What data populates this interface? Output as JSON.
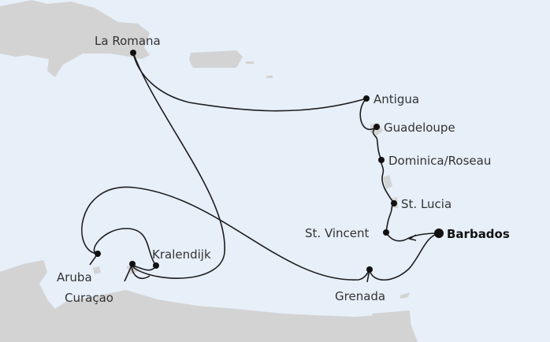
{
  "map": {
    "title": "Caribbean cruise route",
    "ports": {
      "la_romana": "La Romana",
      "antigua": "Antigua",
      "guadeloupe": "Guadeloupe",
      "dominica": "Dominica/Roseau",
      "st_lucia": "St. Lucia",
      "st_vincent": "St. Vincent",
      "barbados": "Barbados",
      "grenada": "Grenada",
      "kralendijk": "Kralendijk",
      "aruba": "Aruba",
      "curacao": "Curaçao"
    },
    "colors": {
      "sea": "#e7eff9",
      "land": "#d3d3d3",
      "route": "#1d1d1d"
    }
  }
}
